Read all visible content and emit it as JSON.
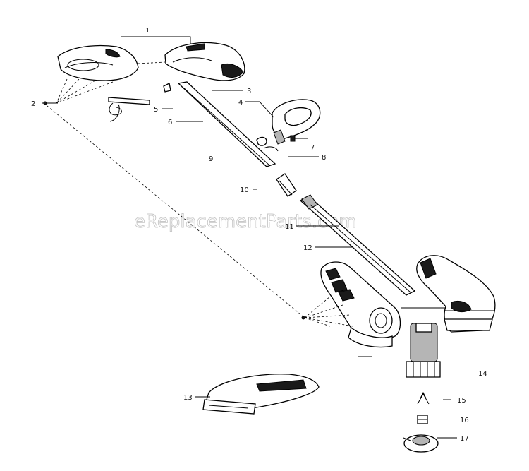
{
  "watermark": "eReplacementParts.com",
  "callouts": [
    {
      "id": "1",
      "text": "1"
    },
    {
      "id": "2",
      "text": "2"
    },
    {
      "id": "3",
      "text": "3"
    },
    {
      "id": "4",
      "text": "4"
    },
    {
      "id": "5",
      "text": "5"
    },
    {
      "id": "6",
      "text": "6"
    },
    {
      "id": "7",
      "text": "7"
    },
    {
      "id": "8",
      "text": "8"
    },
    {
      "id": "9",
      "text": "9"
    },
    {
      "id": "10",
      "text": "10"
    },
    {
      "id": "11",
      "text": "11"
    },
    {
      "id": "12",
      "text": "12"
    },
    {
      "id": "13",
      "text": "13"
    },
    {
      "id": "14",
      "text": "14"
    },
    {
      "id": "15",
      "text": "15"
    },
    {
      "id": "16",
      "text": "16"
    },
    {
      "id": "17",
      "text": "17"
    }
  ]
}
